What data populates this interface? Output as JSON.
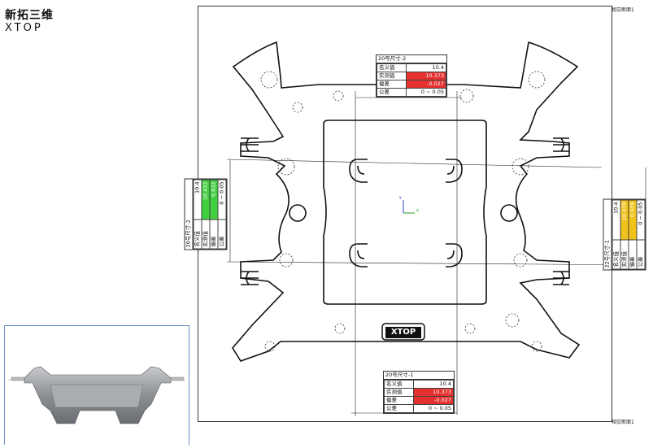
{
  "logo": {
    "cn": "新拓三维",
    "en": "XTOP"
  },
  "section_label": "相交断面1",
  "chip_text": "XTOP",
  "axis": {
    "x": "x",
    "y": "y"
  },
  "columns": [
    "名义值",
    "实测值",
    "偏差",
    "公差"
  ],
  "measurements": {
    "top": {
      "title": "20号尺寸-2",
      "nominal": "10.4",
      "measured": "10.373",
      "deviation": "-0.027",
      "tolerance": "0 ~ 0.05",
      "color": "#e53030"
    },
    "bottom": {
      "title": "20号尺寸-1",
      "nominal": "10.4",
      "measured": "10.373",
      "deviation": "-0.027",
      "tolerance": "0 ~ 0.05",
      "color": "#e53030"
    },
    "left": {
      "title": "20号尺寸-2",
      "nominal": "10.4",
      "measured": "10.432",
      "deviation": "0.032",
      "tolerance": "0 ~ 0.05",
      "color": "#3fcf3f"
    },
    "right": {
      "title": "22号尺寸-1",
      "nominal": "10.4",
      "measured": "10.439",
      "deviation": "0.039",
      "tolerance": "0 ~ 0.05",
      "color": "#efc21c"
    }
  }
}
